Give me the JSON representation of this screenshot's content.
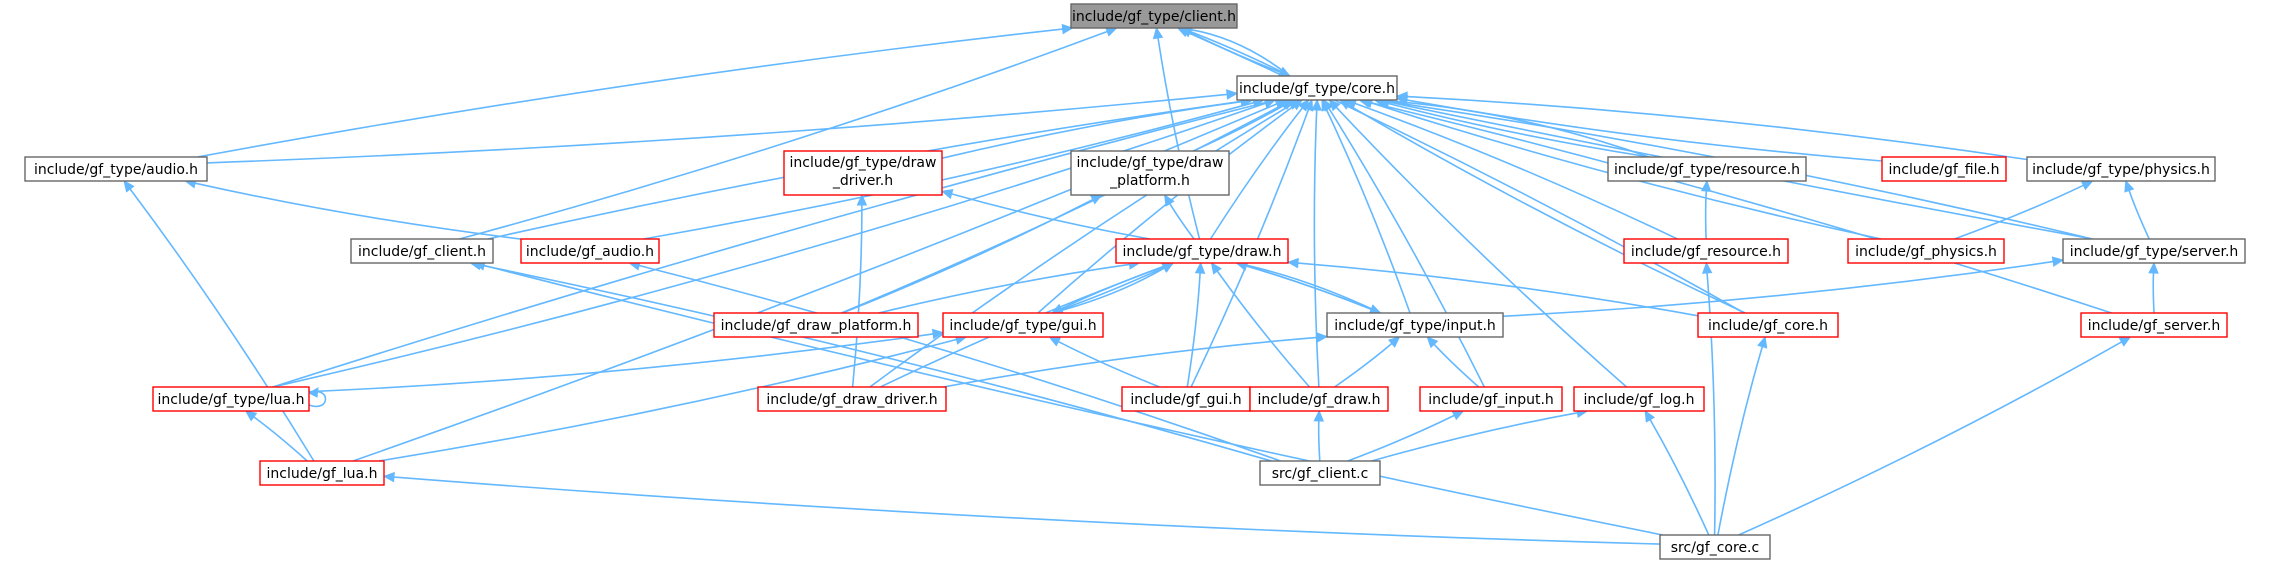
{
  "colors": {
    "edge": "#63b8ff",
    "highlight_fill": "#999999",
    "normal_border": "#666666",
    "truncated_border": "#ff0000",
    "node_fill": "#ffffff"
  },
  "nodes": [
    {
      "id": "client_type_h",
      "label": "include/gf_type/client.h",
      "style": "highlight"
    },
    {
      "id": "core_type_h",
      "label": "include/gf_type/core.h",
      "style": "normal"
    },
    {
      "id": "audio_type_h",
      "label": "include/gf_type/audio.h",
      "style": "normal"
    },
    {
      "id": "draw_driver_type_h",
      "label": [
        "include/gf_type/draw",
        "_driver.h"
      ],
      "style": "truncated"
    },
    {
      "id": "draw_platform_type_h",
      "label": [
        "include/gf_type/draw",
        "_platform.h"
      ],
      "style": "normal"
    },
    {
      "id": "resource_type_h",
      "label": "include/gf_type/resource.h",
      "style": "normal"
    },
    {
      "id": "gf_file_h",
      "label": "include/gf_file.h",
      "style": "truncated"
    },
    {
      "id": "physics_type_h",
      "label": "include/gf_type/physics.h",
      "style": "normal"
    },
    {
      "id": "gf_client_h",
      "label": "include/gf_client.h",
      "style": "normal"
    },
    {
      "id": "gf_audio_h",
      "label": "include/gf_audio.h",
      "style": "truncated"
    },
    {
      "id": "draw_type_h",
      "label": "include/gf_type/draw.h",
      "style": "truncated"
    },
    {
      "id": "gf_resource_h",
      "label": "include/gf_resource.h",
      "style": "truncated"
    },
    {
      "id": "gf_physics_h",
      "label": "include/gf_physics.h",
      "style": "truncated"
    },
    {
      "id": "server_type_h",
      "label": "include/gf_type/server.h",
      "style": "normal"
    },
    {
      "id": "gf_draw_platform_h",
      "label": "include/gf_draw_platform.h",
      "style": "truncated"
    },
    {
      "id": "gui_type_h",
      "label": "include/gf_type/gui.h",
      "style": "truncated"
    },
    {
      "id": "input_type_h",
      "label": "include/gf_type/input.h",
      "style": "normal"
    },
    {
      "id": "gf_core_h",
      "label": "include/gf_core.h",
      "style": "truncated"
    },
    {
      "id": "gf_server_h",
      "label": "include/gf_server.h",
      "style": "truncated"
    },
    {
      "id": "lua_type_h",
      "label": "include/gf_type/lua.h",
      "style": "truncated"
    },
    {
      "id": "gf_draw_driver_h",
      "label": "include/gf_draw_driver.h",
      "style": "truncated"
    },
    {
      "id": "gf_gui_h",
      "label": "include/gf_gui.h",
      "style": "truncated"
    },
    {
      "id": "gf_draw_h",
      "label": "include/gf_draw.h",
      "style": "truncated"
    },
    {
      "id": "gf_input_h",
      "label": "include/gf_input.h",
      "style": "truncated"
    },
    {
      "id": "gf_log_h",
      "label": "include/gf_log.h",
      "style": "truncated"
    },
    {
      "id": "gf_lua_h",
      "label": "include/gf_lua.h",
      "style": "truncated"
    },
    {
      "id": "src_gf_client_c",
      "label": "src/gf_client.c",
      "style": "normal"
    },
    {
      "id": "src_gf_core_c",
      "label": "src/gf_core.c",
      "style": "normal"
    }
  ],
  "edges": [
    [
      "core_type_h",
      "client_type_h"
    ],
    [
      "core_type_h",
      "client_type_h"
    ],
    [
      "audio_type_h",
      "client_type_h"
    ],
    [
      "gf_client_h",
      "client_type_h"
    ],
    [
      "draw_type_h",
      "client_type_h"
    ],
    [
      "gf_core_h",
      "client_type_h"
    ],
    [
      "client_type_h",
      "core_type_h"
    ],
    [
      "audio_type_h",
      "core_type_h"
    ],
    [
      "draw_driver_type_h",
      "core_type_h"
    ],
    [
      "draw_platform_type_h",
      "core_type_h"
    ],
    [
      "resource_type_h",
      "core_type_h"
    ],
    [
      "resource_type_h",
      "core_type_h"
    ],
    [
      "gf_file_h",
      "core_type_h"
    ],
    [
      "physics_type_h",
      "core_type_h"
    ],
    [
      "gf_client_h",
      "core_type_h"
    ],
    [
      "gf_audio_h",
      "core_type_h"
    ],
    [
      "draw_type_h",
      "core_type_h"
    ],
    [
      "gf_resource_h",
      "core_type_h"
    ],
    [
      "gf_physics_h",
      "core_type_h"
    ],
    [
      "server_type_h",
      "core_type_h"
    ],
    [
      "server_type_h",
      "core_type_h"
    ],
    [
      "gf_draw_platform_h",
      "core_type_h"
    ],
    [
      "gui_type_h",
      "core_type_h"
    ],
    [
      "input_type_h",
      "core_type_h"
    ],
    [
      "gf_core_h",
      "core_type_h"
    ],
    [
      "gf_server_h",
      "core_type_h"
    ],
    [
      "lua_type_h",
      "core_type_h"
    ],
    [
      "lua_type_h",
      "core_type_h"
    ],
    [
      "gf_draw_driver_h",
      "core_type_h"
    ],
    [
      "gf_gui_h",
      "core_type_h"
    ],
    [
      "gf_draw_h",
      "core_type_h"
    ],
    [
      "gf_input_h",
      "core_type_h"
    ],
    [
      "gf_log_h",
      "core_type_h"
    ],
    [
      "gf_lua_h",
      "core_type_h"
    ],
    [
      "gf_audio_h",
      "audio_type_h"
    ],
    [
      "gf_lua_h",
      "audio_type_h"
    ],
    [
      "draw_type_h",
      "draw_driver_type_h"
    ],
    [
      "gf_draw_driver_h",
      "draw_driver_type_h"
    ],
    [
      "draw_type_h",
      "draw_platform_type_h"
    ],
    [
      "gf_draw_platform_h",
      "draw_platform_type_h"
    ],
    [
      "gf_resource_h",
      "resource_type_h"
    ],
    [
      "gf_physics_h",
      "physics_type_h"
    ],
    [
      "server_type_h",
      "physics_type_h"
    ],
    [
      "src_gf_client_c",
      "gf_client_h"
    ],
    [
      "src_gf_core_c",
      "gf_client_h"
    ],
    [
      "src_gf_client_c",
      "gf_audio_h"
    ],
    [
      "gf_draw_platform_h",
      "draw_type_h"
    ],
    [
      "gui_type_h",
      "draw_type_h"
    ],
    [
      "gui_type_h",
      "draw_type_h"
    ],
    [
      "input_type_h",
      "draw_type_h"
    ],
    [
      "input_type_h",
      "draw_type_h"
    ],
    [
      "gf_core_h",
      "draw_type_h"
    ],
    [
      "gf_draw_driver_h",
      "draw_type_h"
    ],
    [
      "gf_gui_h",
      "draw_type_h"
    ],
    [
      "gf_draw_h",
      "draw_type_h"
    ],
    [
      "draw_type_h",
      "gui_type_h"
    ],
    [
      "draw_type_h",
      "input_type_h"
    ],
    [
      "src_gf_core_c",
      "gf_resource_h"
    ],
    [
      "gf_server_h",
      "server_type_h"
    ],
    [
      "lua_type_h",
      "gui_type_h"
    ],
    [
      "gf_gui_h",
      "gui_type_h"
    ],
    [
      "gf_lua_h",
      "gui_type_h"
    ],
    [
      "gf_draw_driver_h",
      "input_type_h"
    ],
    [
      "gf_draw_h",
      "input_type_h"
    ],
    [
      "gf_input_h",
      "input_type_h"
    ],
    [
      "input_type_h",
      "server_type_h"
    ],
    [
      "src_gf_core_c",
      "gf_core_h"
    ],
    [
      "src_gf_core_c",
      "gf_server_h"
    ],
    [
      "lua_type_h",
      "lua_type_h"
    ],
    [
      "gf_lua_h",
      "lua_type_h"
    ],
    [
      "src_gf_client_c",
      "gf_draw_h"
    ],
    [
      "src_gf_client_c",
      "gf_input_h"
    ],
    [
      "src_gf_client_c",
      "gf_log_h"
    ],
    [
      "src_gf_core_c",
      "gf_log_h"
    ],
    [
      "src_gf_core_c",
      "gf_lua_h"
    ]
  ]
}
